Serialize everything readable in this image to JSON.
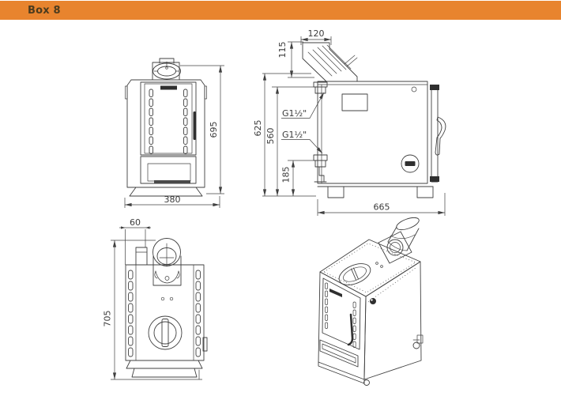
{
  "header": {
    "title": "Box 8"
  },
  "theme": {
    "header_bg": "#E8842E",
    "header_text": "#4B3B1E",
    "line_color": "#404040",
    "canvas_bg": "#FFFFFF"
  },
  "views": {
    "front": {
      "dim_height_mm": "695",
      "dim_width_mm": "380"
    },
    "side": {
      "dim_flue_width_mm": "120",
      "dim_flue_height_mm": "115",
      "dim_overall_height_mm": "625",
      "dim_flow_conn_height_mm": "560",
      "dim_return_conn_height_mm": "185",
      "dim_depth_mm": "665",
      "flow_connection": "G1½\"",
      "return_connection": "G1½\""
    },
    "rear": {
      "dim_flue_offset_mm": "60",
      "dim_height_mm": "705"
    }
  }
}
